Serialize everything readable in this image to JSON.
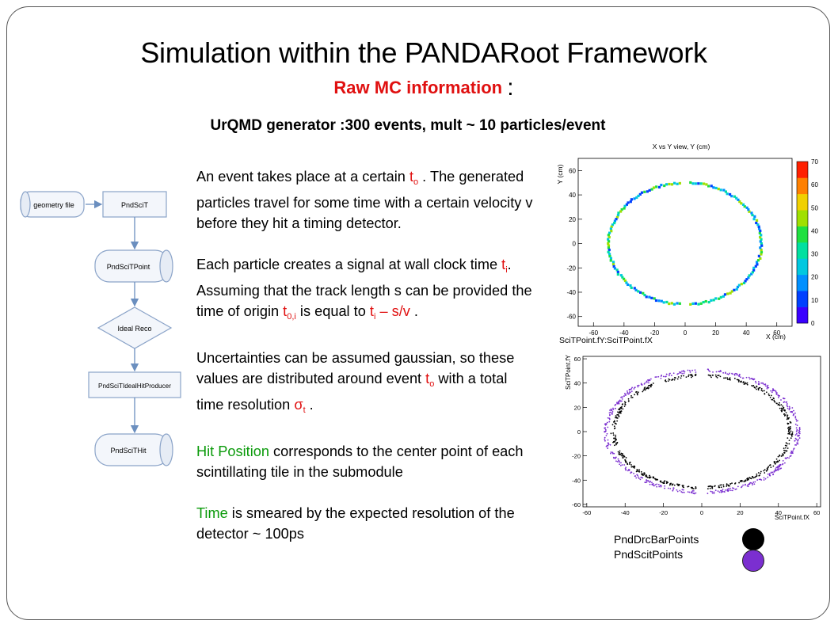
{
  "slide": {
    "title": "Simulation  within the PANDARoot Framework",
    "subtitle": "Raw MC information",
    "subtitle_colon": ":",
    "generator_line": "UrQMD generator :300 events, mult ~ 10 particles/event"
  },
  "flowchart": {
    "input": "geometry file",
    "nodes": [
      "PndSciT",
      "PndSciTPoint",
      "Ideal Reco",
      "PndSciTIdealHitProducer",
      "PndSciTHit"
    ]
  },
  "body": {
    "p1_a": "An event takes place at a certain ",
    "p1_t": "t",
    "p1_t_sub": "o",
    "p1_b": " . The generated particles travel for some time with a certain velocity v before they hit a timing detector.",
    "p2_a": "Each particle creates a signal at wall clock time ",
    "p2_t": "t",
    "p2_t_sub": "i",
    "p2_b": ". Assuming that the track length s can be provided the time of origin ",
    "p2_t0": "t",
    "p2_t0_sub": "0,i",
    "p2_c": "  is equal to ",
    "p2_ti": "t",
    "p2_ti_sub": "i",
    "p2_ti_rest": " – s/v",
    "p2_d": " .",
    "p3_a": "Uncertainties can be assumed gaussian, so these values  are distributed around event  ",
    "p3_t": "t",
    "p3_t_sub": "o",
    "p3_b": "  with a total time resolution ",
    "p3_sigma": "σ",
    "p3_sigma_sub": "t",
    "p3_c": " .",
    "p4_green": " Hit Position",
    "p4_rest": "  corresponds to the center  point of each scintillating tile in the submodule",
    "p5_green": "Time",
    "p5_rest": " is smeared by the expected resolution of the detector ~ 100ps"
  },
  "chart_data": [
    {
      "type": "heatmap",
      "title": "X vs Y view, Y (cm)",
      "xlabel": "X (cm)",
      "ylabel": "Y (cm)",
      "x_ticks": [
        "-60",
        "-40",
        "-20",
        "0",
        "20",
        "40",
        "60"
      ],
      "y_ticks": [
        "60",
        "40",
        "20",
        "0",
        "-20",
        "-40",
        "-60"
      ],
      "z_ticks": [
        "70",
        "60",
        "50",
        "40",
        "30",
        "20",
        "10",
        "0"
      ],
      "xlim": [
        -70,
        70
      ],
      "ylim": [
        -68,
        70
      ],
      "zlim": [
        0,
        70
      ],
      "ring_radius_x": 50,
      "ring_radius_y": 50
    },
    {
      "type": "scatter",
      "title": "SciTPoint.fY:SciTPoint.fX",
      "xlabel": "SciTPoint.fX",
      "ylabel": "SciTPoint.fY",
      "x_ticks": [
        "-60",
        "-40",
        "-20",
        "0",
        "20",
        "40",
        "60"
      ],
      "y_ticks": [
        "60",
        "40",
        "20",
        "0",
        "-20",
        "-40",
        "-60"
      ],
      "xlim": [
        -62,
        62
      ],
      "ylim": [
        -62,
        62
      ],
      "series": [
        {
          "name": "PndDrcBarPoints",
          "color": "#000000",
          "radius": 46
        },
        {
          "name": "PndScitPoints",
          "color": "#7b2fd0",
          "radius": 50
        }
      ]
    }
  ],
  "legend": {
    "items": [
      {
        "label": "PndDrcBarPoints",
        "color": "#000000"
      },
      {
        "label": "PndScitPoints",
        "color": "#7b2fd0"
      }
    ]
  }
}
